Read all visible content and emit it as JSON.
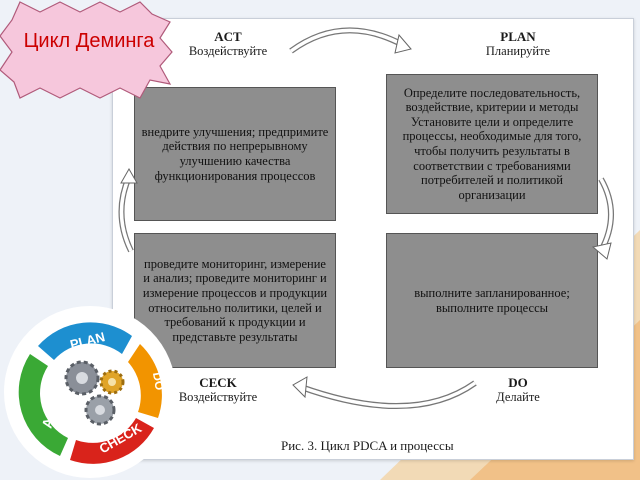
{
  "badge": {
    "title": "Цикл Деминга"
  },
  "quadrants": {
    "act": {
      "title": "ACT",
      "subtitle": "Воздействуйте",
      "text": "внедрите улучшения; предпримите действия по непрерывному улучшению качества функционирования процессов"
    },
    "plan": {
      "title": "PLAN",
      "subtitle": "Планируйте",
      "text": "Определите последовательность, воздействие, критерии и методы Установите цели и определите процессы, необходимые для того, чтобы получить результаты в соответствии с требованиями потребителей и политикой организации"
    },
    "check": {
      "title": "CECK",
      "subtitle": "Воздействуйте",
      "text": "проведите мониторинг, измерение и анализ; проведите мониторинг и измерение процессов и продукции относительно политики, целей и требований к продукции и представьте результаты"
    },
    "do": {
      "title": "DO",
      "subtitle": "Делайте",
      "text": "выполните запланированное; выполните процессы"
    }
  },
  "caption": "Рис. 3. Цикл PDCA и процессы",
  "wheel": {
    "plan": "PLAN",
    "do": "DO",
    "check": "CHECK",
    "act": "ACT"
  },
  "colors": {
    "badge_fill": "#f6c7dc",
    "box_fill": "#8e8e8e",
    "plan": "#1d8fd0",
    "do": "#f29400",
    "check": "#d9231b",
    "act": "#3aa935"
  }
}
